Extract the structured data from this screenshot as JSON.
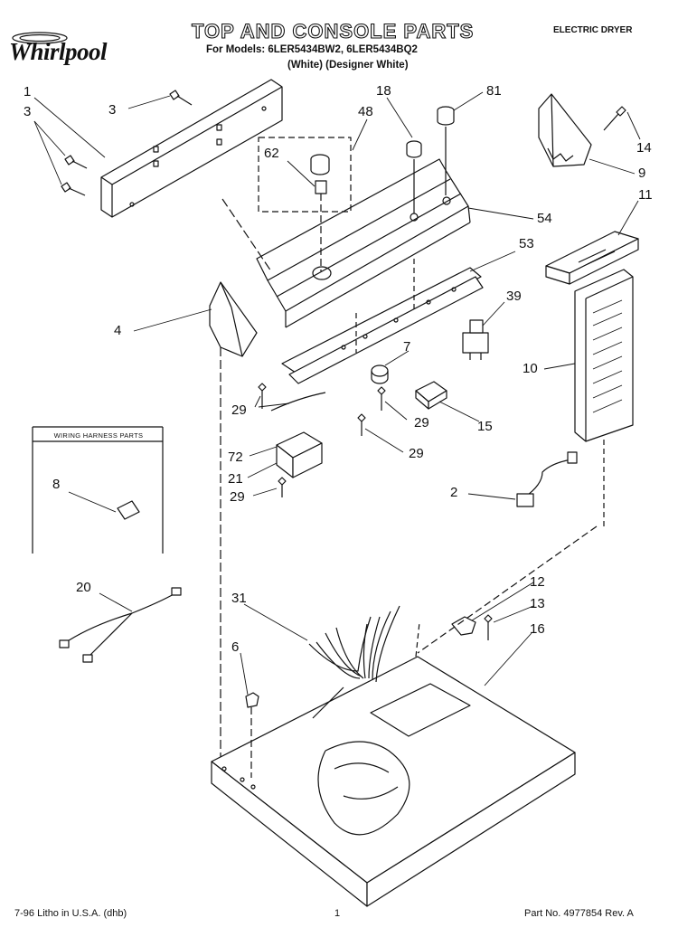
{
  "header": {
    "title": "TOP AND CONSOLE PARTS",
    "models": "For Models: 6LER5434BW2, 6LER5434BQ2",
    "colors": "(White)   (Designer White)",
    "doc_type": "ELECTRIC DRYER",
    "brand": "Whirlpool"
  },
  "inset": {
    "title": "WIRING HARNESS PARTS"
  },
  "callouts": [
    "1",
    "3",
    "3",
    "48",
    "62",
    "18",
    "81",
    "14",
    "9",
    "11",
    "54",
    "53",
    "39",
    "4",
    "7",
    "10",
    "29",
    "29",
    "15",
    "29",
    "72",
    "21",
    "29",
    "8",
    "2",
    "20",
    "12",
    "13",
    "16",
    "31",
    "6"
  ],
  "footer": {
    "left": "7-96 Litho in U.S.A. (dhb)",
    "page": "1",
    "right": "Part No. 4977854 Rev. A"
  }
}
